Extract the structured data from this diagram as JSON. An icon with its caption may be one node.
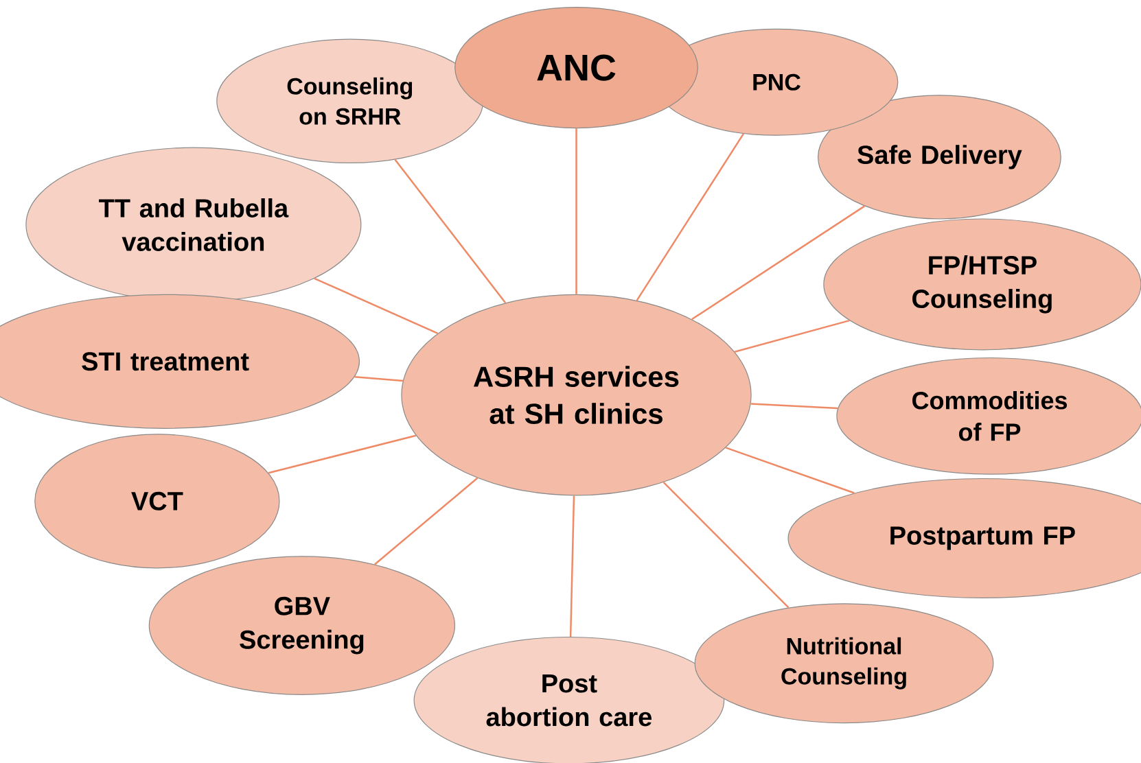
{
  "diagram": {
    "nodes": [
      {
        "text": [
          "ASRH services at SH clinics"
        ]
      },
      {
        "text": [
          "ANC"
        ]
      },
      {
        "text": [
          "PNC"
        ]
      },
      {
        "text": [
          "Safe Delivery"
        ]
      },
      {
        "text": [
          "FP/HTSP Counseling"
        ]
      },
      {
        "text": [
          "Commodities of FP"
        ]
      },
      {
        "text": [
          "Postpartum FP"
        ]
      },
      {
        "text": [
          "Nutritional Counseling"
        ]
      },
      {
        "text": [
          "Post abortion care"
        ]
      },
      {
        "text": [
          "GBV Screening"
        ]
      },
      {
        "text": [
          "VCT"
        ]
      },
      {
        "text": [
          "STI treatment"
        ]
      },
      {
        "text": [
          "TT and Rubella vaccination"
        ]
      },
      {
        "text": [
          "Counseling on SRHR"
        ]
      }
    ],
    "edges": [
      {
        "from": 0,
        "to": 1,
        "arrow": "none"
      },
      {
        "from": 0,
        "to": 2,
        "arrow": "none"
      },
      {
        "from": 0,
        "to": 3,
        "arrow": "none"
      },
      {
        "from": 0,
        "to": 4,
        "arrow": "none"
      },
      {
        "from": 0,
        "to": 5,
        "arrow": "none"
      },
      {
        "from": 0,
        "to": 6,
        "arrow": "none"
      },
      {
        "from": 0,
        "to": 7,
        "arrow": "none"
      },
      {
        "from": 0,
        "to": 8,
        "arrow": "none"
      },
      {
        "from": 0,
        "to": 9,
        "arrow": "none"
      },
      {
        "from": 0,
        "to": 10,
        "arrow": "none"
      },
      {
        "from": 0,
        "to": 11,
        "arrow": "none"
      },
      {
        "from": 0,
        "to": 12,
        "arrow": "none"
      },
      {
        "from": 0,
        "to": 13,
        "arrow": "none"
      }
    ]
  }
}
